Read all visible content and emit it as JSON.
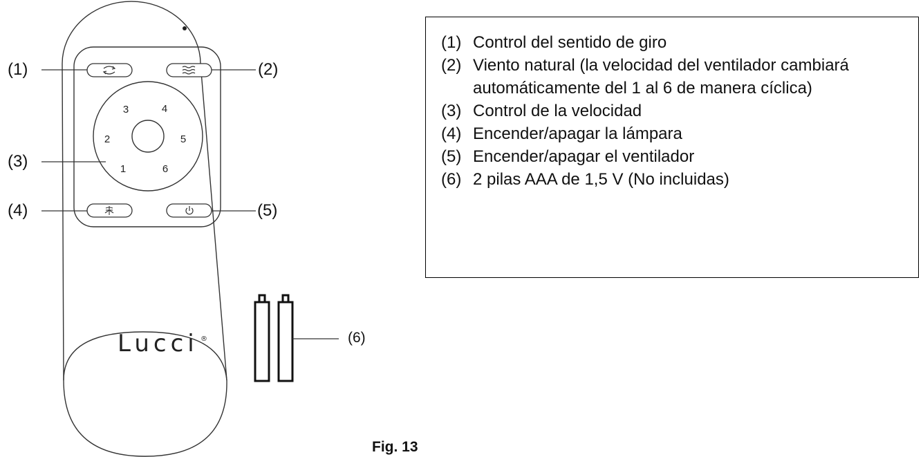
{
  "callouts": {
    "c1": "(1)",
    "c2": "(2)",
    "c3": "(3)",
    "c4": "(4)",
    "c5": "(5)",
    "c6": "(6)"
  },
  "remote": {
    "speed_numbers": [
      "1",
      "2",
      "3",
      "4",
      "5",
      "6"
    ],
    "logo": "Lucci",
    "logo_mark": "®",
    "buttons": {
      "reverse_icon": "reverse-rotation-icon",
      "natural_wind_icon": "wind-waves-icon",
      "light_icon": "lamp-icon",
      "power_icon": "power-icon"
    }
  },
  "legend": {
    "items": [
      {
        "num": "(1)",
        "text": "Control del sentido de giro"
      },
      {
        "num": "(2)",
        "text": "Viento natural (la velocidad del ventilador cambiará automáticamente del 1 al 6 de manera cíclica)"
      },
      {
        "num": "(3)",
        "text": "Control de la velocidad"
      },
      {
        "num": "(4)",
        "text": "Encender/apagar la lámpara"
      },
      {
        "num": "(5)",
        "text": "Encender/apagar el ventilador"
      },
      {
        "num": "(6)",
        "text": "2 pilas AAA de 1,5 V (No incluidas)"
      }
    ]
  },
  "caption": "Fig. 13"
}
